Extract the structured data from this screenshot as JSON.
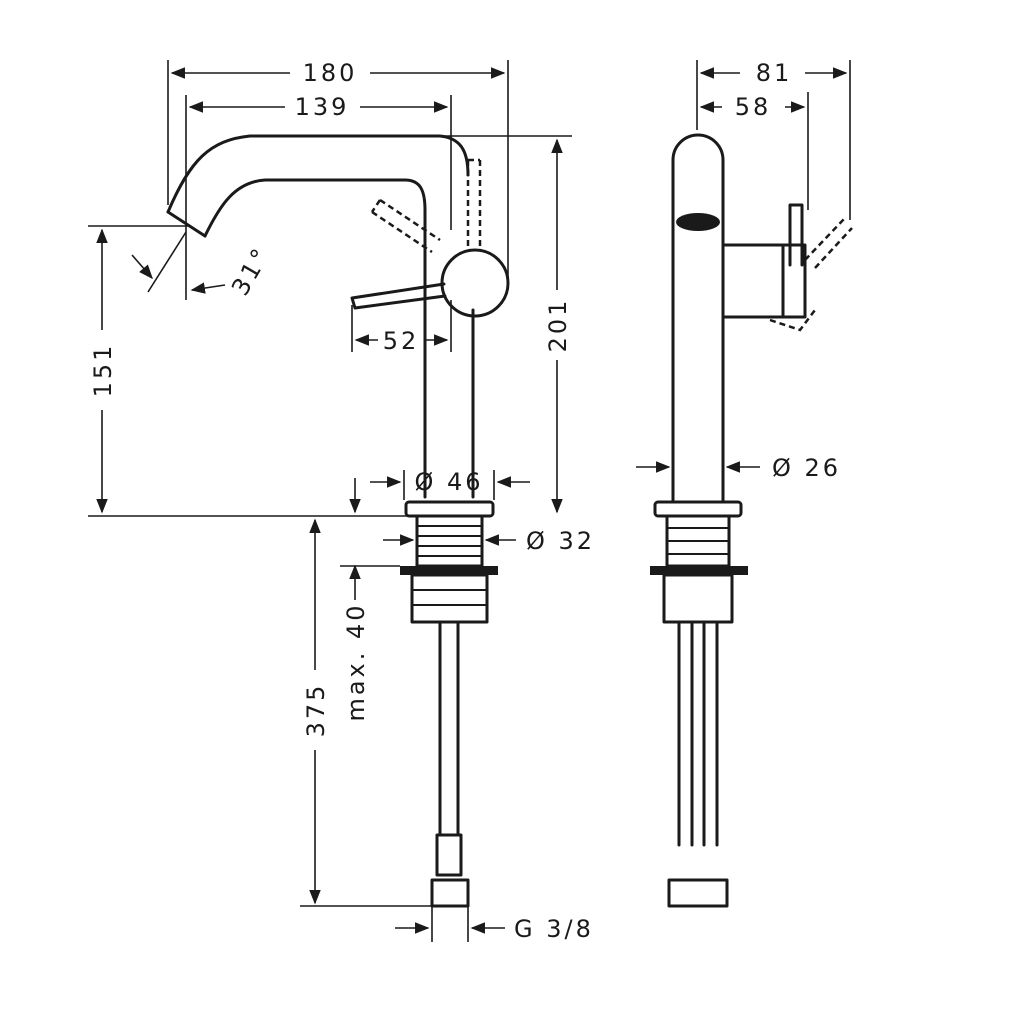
{
  "front_view": {
    "width_total": "180",
    "width_spout": "139",
    "spout_angle": "31°",
    "lever_offset": "52",
    "height_total": "201",
    "spout_height": "151",
    "base_diameter": "Ø 46",
    "body_diameter": "Ø 32",
    "max_deck_thickness": "max. 40",
    "hose_length": "375",
    "thread": "G 3/8"
  },
  "side_view": {
    "depth_total": "81",
    "depth_body": "58",
    "tube_diameter": "Ø 26"
  },
  "colors": {
    "line": "#1a1a1a",
    "background": "#ffffff"
  }
}
